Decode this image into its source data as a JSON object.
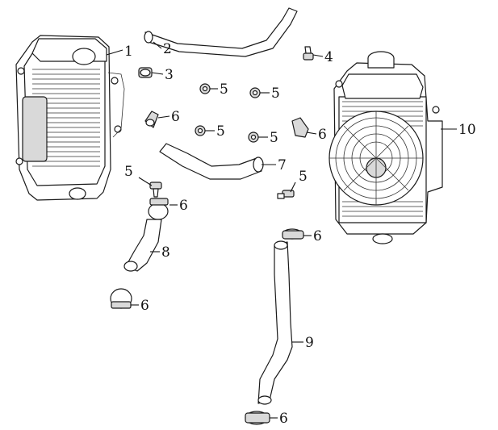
{
  "callouts": {
    "c1": "1",
    "c2": "2",
    "c3": "3",
    "c4": "4",
    "c5a": "5",
    "c5b": "5",
    "c5c": "5",
    "c5d": "5",
    "c5e": "5",
    "c5f": "5",
    "c6a": "6",
    "c6b": "6",
    "c6c": "6",
    "c6d": "6",
    "c6e": "6",
    "c6f": "6",
    "c7": "7",
    "c8": "8",
    "c9": "9",
    "c10": "10"
  }
}
